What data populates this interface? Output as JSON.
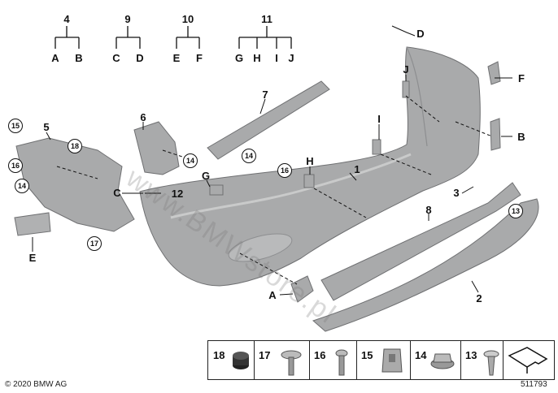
{
  "title_groups": [
    {
      "number": "4",
      "subs": [
        "A",
        "B"
      ]
    },
    {
      "number": "9",
      "subs": [
        "C",
        "D"
      ]
    },
    {
      "number": "10",
      "subs": [
        "E",
        "F"
      ]
    },
    {
      "number": "11",
      "subs": [
        "G",
        "H",
        "I",
        "J"
      ]
    }
  ],
  "callouts": {
    "d": "D",
    "f": "F",
    "j": "J",
    "b": "B",
    "i": "I",
    "h": "H",
    "g": "G",
    "c": "C",
    "e": "E",
    "a": "A",
    "n1": "1",
    "n2": "2",
    "n3": "3",
    "n5": "5",
    "n6": "6",
    "n7": "7",
    "n8": "8",
    "n12": "12"
  },
  "circled": {
    "c15": "15",
    "c16a": "16",
    "c14a": "14",
    "c18": "18",
    "c17": "17",
    "c14b": "14",
    "c14c": "14",
    "c16b": "16",
    "c13": "13"
  },
  "legend": [
    "18",
    "17",
    "16",
    "15",
    "14",
    "13"
  ],
  "watermark": "www.BMWstore.pl",
  "copyright": "© 2020 BMW AG",
  "diagram_id": "511793",
  "colors": {
    "part_fill": "#a9aaab",
    "part_stroke": "#6f7072",
    "line": "#111111"
  }
}
